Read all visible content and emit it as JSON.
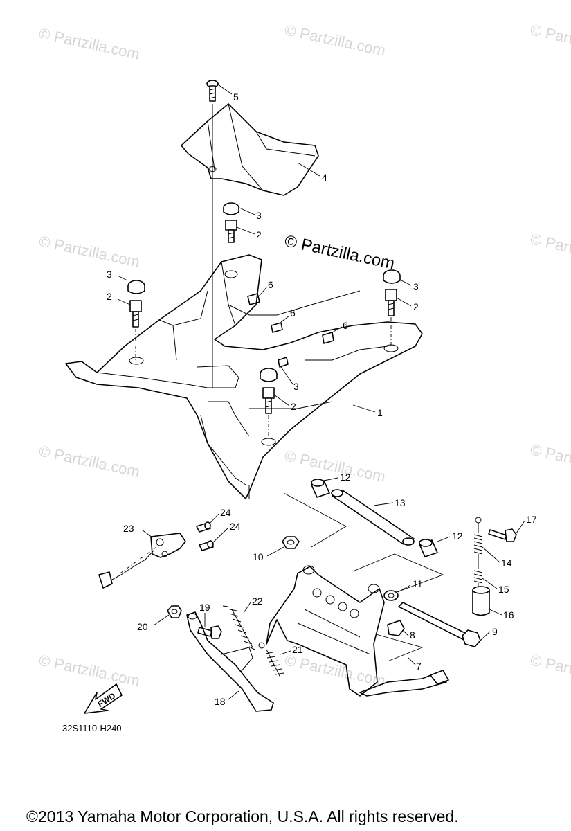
{
  "watermark": {
    "text": "© Partzilla.com",
    "center_text": "© Partzilla.com"
  },
  "callouts": [
    {
      "number": "5"
    },
    {
      "number": "4"
    },
    {
      "number": "3"
    },
    {
      "number": "2"
    },
    {
      "number": "3"
    },
    {
      "number": "2"
    },
    {
      "number": "6"
    },
    {
      "number": "6"
    },
    {
      "number": "3"
    },
    {
      "number": "2"
    },
    {
      "number": "6"
    },
    {
      "number": "3"
    },
    {
      "number": "2"
    },
    {
      "number": "1"
    },
    {
      "number": "12"
    },
    {
      "number": "13"
    },
    {
      "number": "24"
    },
    {
      "number": "23"
    },
    {
      "number": "24"
    },
    {
      "number": "10"
    },
    {
      "number": "12"
    },
    {
      "number": "17"
    },
    {
      "number": "14"
    },
    {
      "number": "11"
    },
    {
      "number": "15"
    },
    {
      "number": "22"
    },
    {
      "number": "16"
    },
    {
      "number": "19"
    },
    {
      "number": "20"
    },
    {
      "number": "9"
    },
    {
      "number": "8"
    },
    {
      "number": "21"
    },
    {
      "number": "7"
    },
    {
      "number": "18"
    }
  ],
  "fwd_label": "FWD",
  "diagram_code": "32S1110-H240",
  "copyright": "©2013  Yamaha Motor Corporation, U.S.A. All rights reserved."
}
